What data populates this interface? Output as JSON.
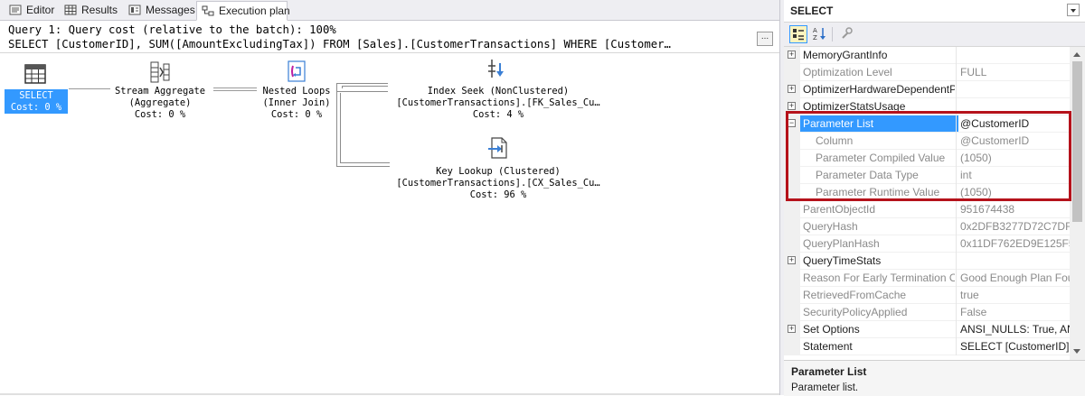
{
  "tabs": [
    {
      "label": "Editor",
      "icon": "editor-icon"
    },
    {
      "label": "Results",
      "icon": "grid-icon"
    },
    {
      "label": "Messages",
      "icon": "messages-icon"
    },
    {
      "label": "Execution plan",
      "icon": "execution-plan-icon"
    }
  ],
  "query": {
    "line1": "Query 1: Query cost (relative to the batch): 100%",
    "line2": "SELECT [CustomerID], SUM([AmountExcludingTax]) FROM [Sales].[CustomerTransactions] WHERE [Customer…",
    "more_button": "..."
  },
  "plan": {
    "select": {
      "name": "SELECT",
      "cost": "Cost: 0 %"
    },
    "stream_aggregate": {
      "name": "Stream Aggregate",
      "sub": "(Aggregate)",
      "cost": "Cost: 0 %"
    },
    "nested_loops": {
      "name": "Nested Loops",
      "sub": "(Inner Join)",
      "cost": "Cost: 0 %"
    },
    "index_seek": {
      "name": "Index Seek (NonClustered)",
      "sub": "[CustomerTransactions].[FK_Sales_Cu…",
      "cost": "Cost: 4 %"
    },
    "key_lookup": {
      "name": "Key Lookup (Clustered)",
      "sub": "[CustomerTransactions].[CX_Sales_Cu…",
      "cost": "Cost: 96 %"
    }
  },
  "properties": {
    "object": "SELECT",
    "rows": [
      {
        "name": "MemoryGrantInfo",
        "value": "",
        "expander": "+",
        "style": "normal"
      },
      {
        "name": "Optimization Level",
        "value": "FULL",
        "expander": "",
        "style": "gray"
      },
      {
        "name": "OptimizerHardwareDependentP",
        "value": "",
        "expander": "+",
        "style": "normal"
      },
      {
        "name": "OptimizerStatsUsage",
        "value": "",
        "expander": "+",
        "style": "normal"
      },
      {
        "name": "Parameter List",
        "value": "@CustomerID",
        "expander": "−",
        "style": "selected"
      },
      {
        "name": "Column",
        "value": "@CustomerID",
        "expander": "",
        "style": "child"
      },
      {
        "name": "Parameter Compiled Value",
        "value": "(1050)",
        "expander": "",
        "style": "child"
      },
      {
        "name": "Parameter Data Type",
        "value": "int",
        "expander": "",
        "style": "child"
      },
      {
        "name": "Parameter Runtime Value",
        "value": "(1050)",
        "expander": "",
        "style": "child"
      },
      {
        "name": "ParentObjectId",
        "value": "951674438",
        "expander": "",
        "style": "gray"
      },
      {
        "name": "QueryHash",
        "value": "0x2DFB3277D72C7DF0",
        "expander": "",
        "style": "gray"
      },
      {
        "name": "QueryPlanHash",
        "value": "0x11DF762ED9E125F5",
        "expander": "",
        "style": "gray"
      },
      {
        "name": "QueryTimeStats",
        "value": "",
        "expander": "+",
        "style": "normal"
      },
      {
        "name": "Reason For Early Termination Of",
        "value": "Good Enough Plan Fou",
        "expander": "",
        "style": "gray"
      },
      {
        "name": "RetrievedFromCache",
        "value": "true",
        "expander": "",
        "style": "gray"
      },
      {
        "name": "SecurityPolicyApplied",
        "value": "False",
        "expander": "",
        "style": "gray"
      },
      {
        "name": "Set Options",
        "value": "ANSI_NULLS: True, AN",
        "expander": "+",
        "style": "normal"
      },
      {
        "name": "Statement",
        "value": "SELECT [CustomerID],",
        "expander": "",
        "style": "normal"
      }
    ],
    "description_title": "Parameter List",
    "description_text": "Parameter list."
  },
  "colors": {
    "selection": "#3399ff",
    "highlight_border": "#b5121b"
  }
}
